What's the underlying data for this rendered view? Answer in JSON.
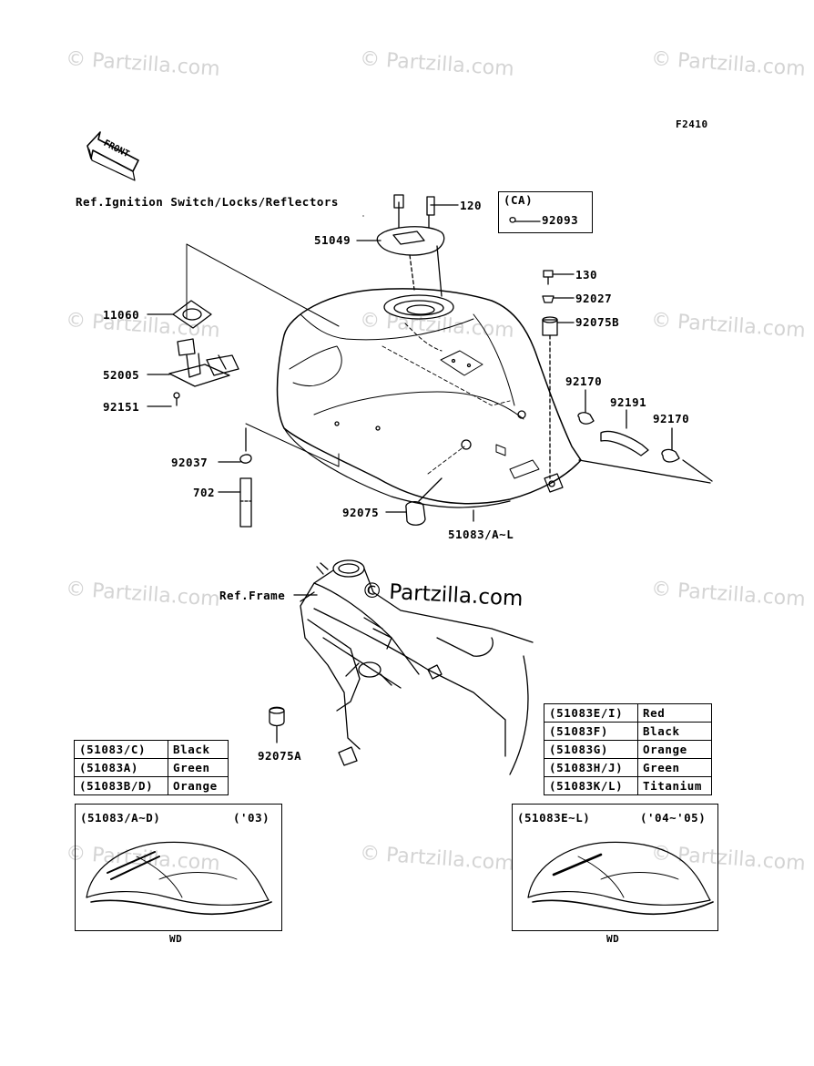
{
  "figure_code": "F2410",
  "watermark": "© Partzilla.com",
  "front_label": "FRONT",
  "references": {
    "ignition": "Ref.Ignition Switch/Locks/Reflectors",
    "frame": "Ref.Frame"
  },
  "ca_box": {
    "title": "(CA)",
    "part": "92093"
  },
  "parts": {
    "p120": "120",
    "p51049": "51049",
    "p130": "130",
    "p92027": "92027",
    "p92075B": "92075B",
    "p11060": "11060",
    "p52005": "52005",
    "p92151": "92151",
    "p92170a": "92170",
    "p92191": "92191",
    "p92170b": "92170",
    "p92037": "92037",
    "p702": "702",
    "p92075": "92075",
    "p51083": "51083/A~L",
    "p92075A": "92075A"
  },
  "color_table_left": [
    {
      "code": "(51083/C)",
      "color": "Black"
    },
    {
      "code": "(51083A)",
      "color": "Green"
    },
    {
      "code": "(51083B/D)",
      "color": "Orange"
    }
  ],
  "color_table_right": [
    {
      "code": "(51083E/I)",
      "color": "Red"
    },
    {
      "code": "(51083F)",
      "color": "Black"
    },
    {
      "code": "(51083G)",
      "color": "Orange"
    },
    {
      "code": "(51083H/J)",
      "color": "Green"
    },
    {
      "code": "(51083K/L)",
      "color": "Titanium"
    }
  ],
  "decal_box_left": {
    "code": "(51083/A~D)",
    "year": "('03)",
    "caption": "WD"
  },
  "decal_box_right": {
    "code": "(51083E~L)",
    "year": "('04~'05)",
    "caption": "WD"
  }
}
